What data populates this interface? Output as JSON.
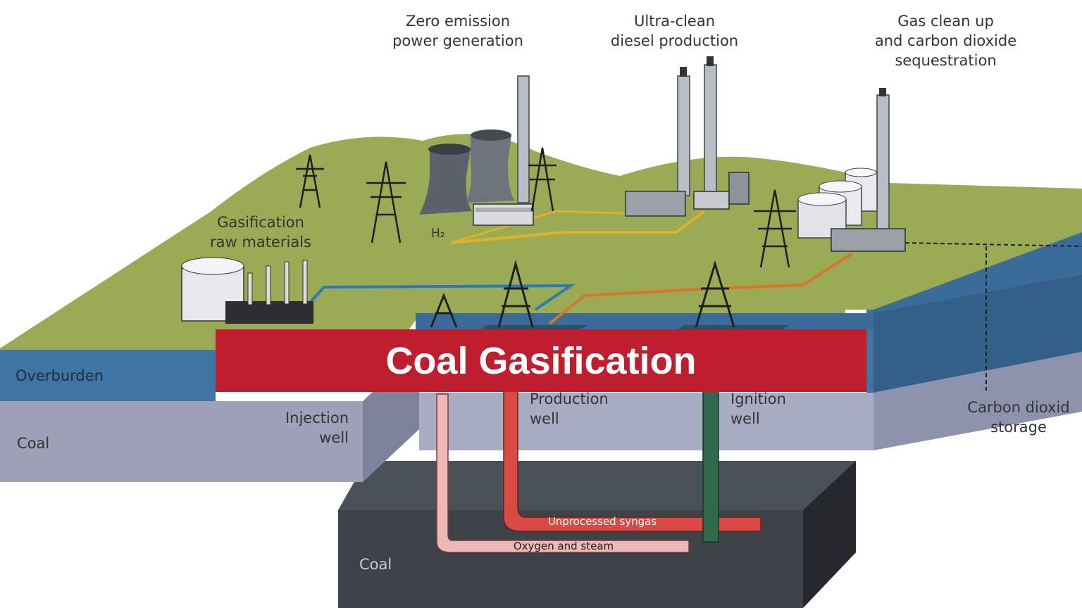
{
  "banner": {
    "title": "Coal Gasification",
    "color": "#be1e2d"
  },
  "labels": {
    "zero_emission": "Zero emission\npower generation",
    "ultra_clean": "Ultra-clean\ndiesel production",
    "gas_cleanup": "Gas clean up\nand carbon dioxide\nsequestration",
    "raw_materials": "Gasification\nraw materials",
    "overburden": "Overburden",
    "coal_upper": "Coal",
    "injection_well": "Injection\nwell",
    "production_well": "Production\nwell",
    "ignition_well": "Ignition\nwell",
    "co2_storage": "Carbon dioxid\nstorage",
    "syngas": "Unprocessed syngas",
    "oxygen_steam": "Oxygen and steam",
    "coal_lower": "Coal",
    "hydrogen": "H₂"
  },
  "colors": {
    "ground": "#9aaa55",
    "overburden": "#3f74a3",
    "coal_seam": "#9ea1b8",
    "lower_coal": "#3d4349",
    "syngas_pipe": "#d94a45",
    "oxygen_pipe": "#ecb8b8",
    "ignition_pipe": "#2f6b4c",
    "hydrogen_line": "#e0b12a",
    "water_line": "#2e78b6",
    "syngas_line": "#d7772e"
  }
}
